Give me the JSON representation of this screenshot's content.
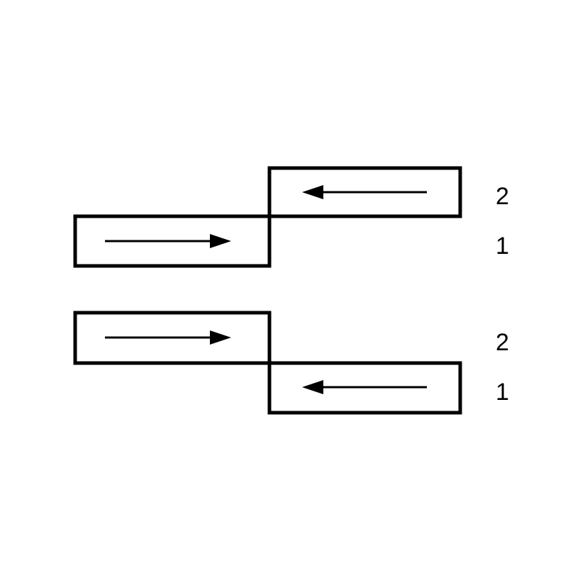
{
  "colors": {
    "background": "#ffffff",
    "stroke": "#000000"
  },
  "top_figure": {
    "upper_label": "2",
    "lower_label": "1",
    "upper_arrow_direction": "left",
    "lower_arrow_direction": "right"
  },
  "bottom_figure": {
    "upper_label": "2",
    "lower_label": "1",
    "upper_arrow_direction": "right",
    "lower_arrow_direction": "left"
  }
}
